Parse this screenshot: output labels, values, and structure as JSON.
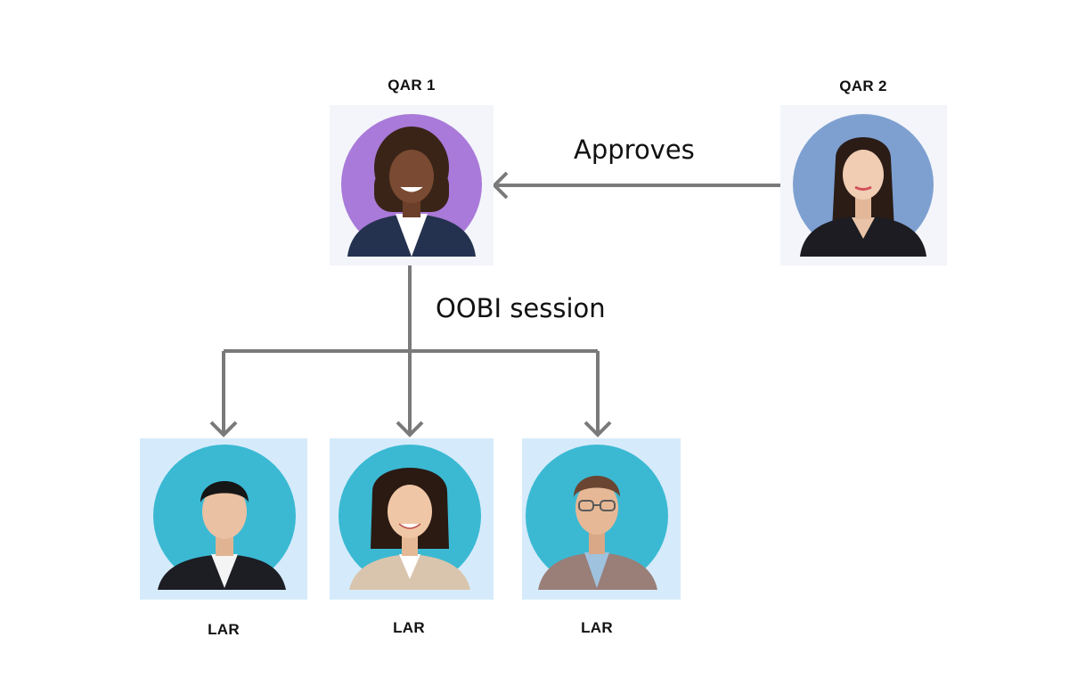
{
  "qar1": {
    "label": "QAR 1",
    "bg": "#f3f5fa",
    "circle": "#a97ad9"
  },
  "qar2": {
    "label": "QAR 2",
    "bg": "#f3f5fa",
    "circle": "#7ea0d1"
  },
  "edges": {
    "approves": "Approves",
    "oobi": "OOBI session",
    "color": "#7a7a7a"
  },
  "lars": [
    {
      "label": "LAR",
      "bg": "#d5ebfb",
      "circle": "#3bb9d3"
    },
    {
      "label": "LAR",
      "bg": "#d5ebfb",
      "circle": "#3bb9d3"
    },
    {
      "label": "LAR",
      "bg": "#d5ebfb",
      "circle": "#3bb9d3"
    }
  ]
}
